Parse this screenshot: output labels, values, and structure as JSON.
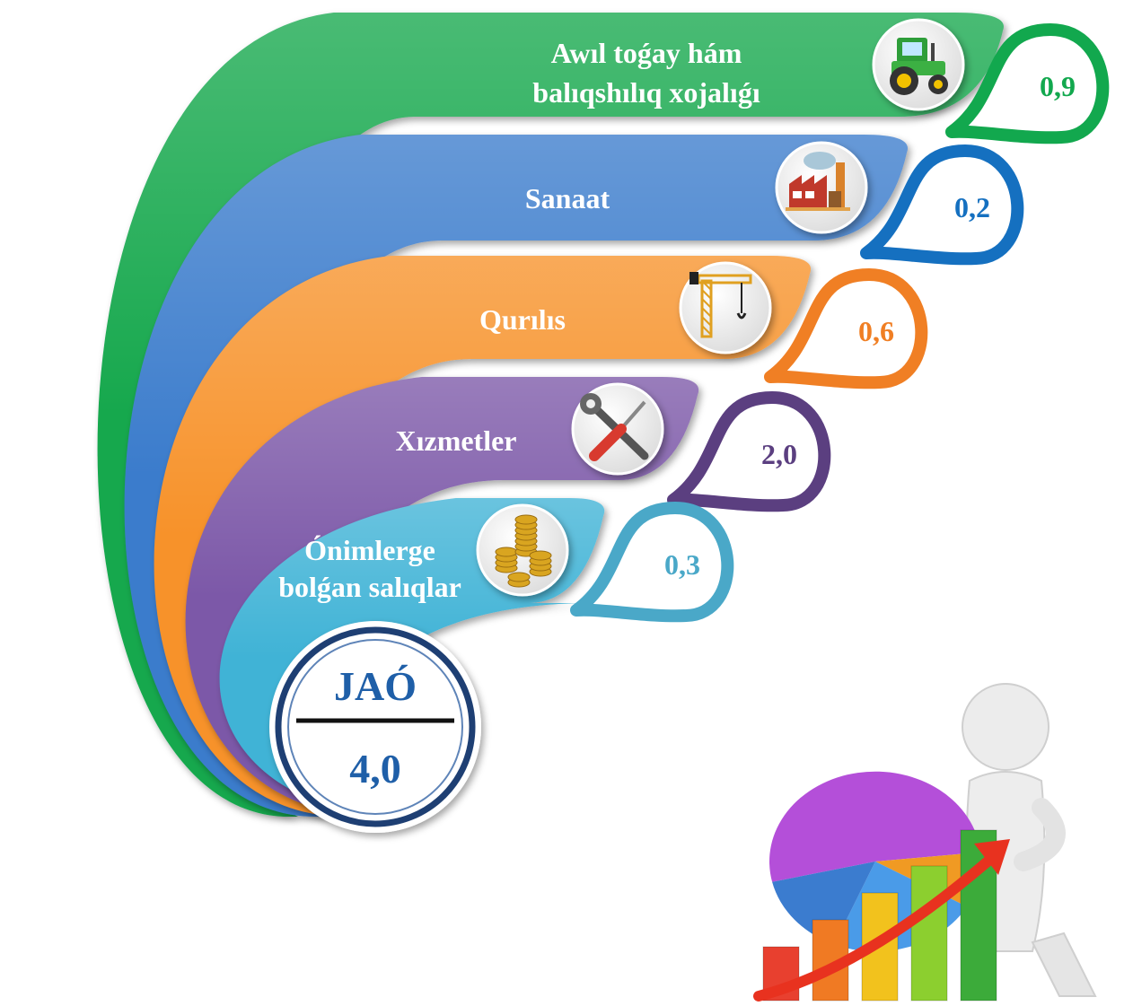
{
  "sectors": [
    {
      "label_lines": [
        "Awıl toǵay hám",
        "balıqshılıq xojalıǵı"
      ],
      "value": "0,9",
      "color": "#12a84e",
      "icon": "tractor-icon"
    },
    {
      "label_lines": [
        "Sanaat"
      ],
      "value": "0,2",
      "color": "#3a7bcc",
      "icon": "factory-icon"
    },
    {
      "label_lines": [
        "Qurılıs"
      ],
      "value": "0,6",
      "color": "#f7922a",
      "icon": "crane-icon"
    },
    {
      "label_lines": [
        "Xızmetler"
      ],
      "value": "2,0",
      "color": "#7b59a8",
      "icon": "tools-icon"
    },
    {
      "label_lines": [
        "Ónimlerge",
        "bolǵan salıqlar"
      ],
      "value": "0,3",
      "color": "#3fb3d6",
      "icon": "coins-icon"
    }
  ],
  "bubble_colors": [
    "#12a84e",
    "#1570c0",
    "#f07f24",
    "#5b3f80",
    "#4aa8c8"
  ],
  "total": {
    "label": "JAÓ",
    "value": "4,0"
  },
  "decoration": {
    "icon": "figure-with-pie-chart-icon"
  }
}
